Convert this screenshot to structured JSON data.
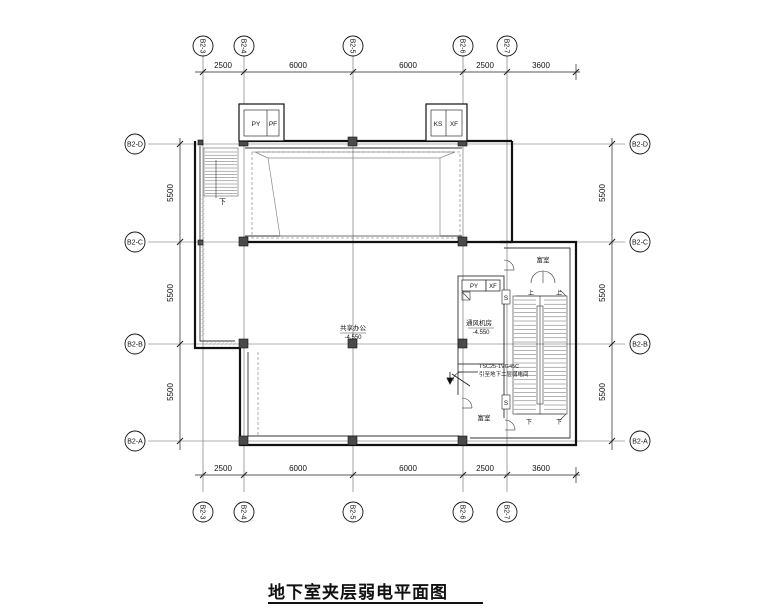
{
  "grid": {
    "columns": [
      "B2-3",
      "B2-4",
      "B2-5",
      "B2-6",
      "B2-7",
      "B2-3",
      "B2-4",
      "B2-5",
      "B2-6",
      "B2-7"
    ],
    "rows": [
      "B2-D",
      "B2-C",
      "B2-B",
      "B2-A",
      "B2-D",
      "B2-C",
      "B2-B",
      "B2-A"
    ]
  },
  "dimensions": {
    "top": [
      "2500",
      "6000",
      "6000",
      "2500",
      "3600"
    ],
    "bottom": [
      "2500",
      "6000",
      "6000",
      "2500",
      "3600"
    ],
    "left": [
      "5500",
      "5500",
      "5500"
    ],
    "right": [
      "5500",
      "5500",
      "5500"
    ]
  },
  "shafts": {
    "left_a": "PY",
    "left_b": "PF",
    "right_a": "KS",
    "right_b": "XF",
    "inner_a": "PY",
    "inner_b": "XF"
  },
  "rooms": {
    "stair_down": "下",
    "office": "共享办公",
    "office_level": "-4.550",
    "vent_room": "通风机房",
    "vent_level": "-4.550",
    "store_top": "富室",
    "store_bottom": "富室",
    "stair_mark_1": "上",
    "stair_mark_2": "上",
    "stair_mark_3": "下",
    "stair_mark_4": "下",
    "tag_1": "S",
    "tag_2": "S",
    "cable_line1": "TSC25-1VG45C",
    "cable_line2": "引至地下二层弱电间"
  },
  "title": "地下室夹层弱电平面图"
}
